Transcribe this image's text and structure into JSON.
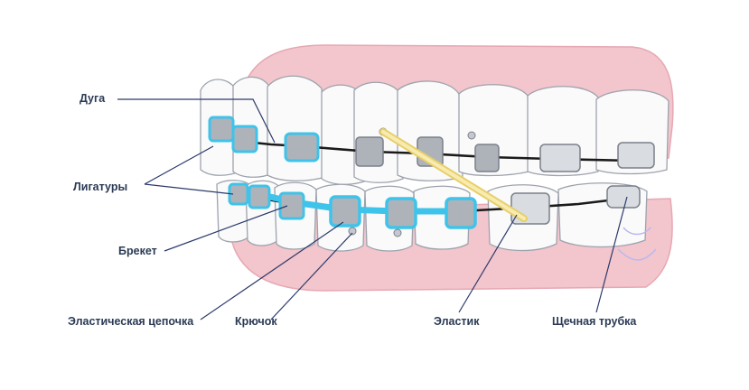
{
  "labels": {
    "arch": "Дуга",
    "ligatures": "Лигатуры",
    "bracket": "Брекет",
    "elastic_chain": "Эластическая цепочка",
    "hook": "Крючок",
    "elastic": "Эластик",
    "buccal_tube": "Щечная трубка"
  },
  "colors": {
    "gum": "#f3c5cc",
    "tooth": "#fafafa",
    "tooth_outline": "#9da3ad",
    "bracket": "#aeb3ba",
    "chain": "#3ec3ea",
    "wire": "#1a1a1a",
    "elastic": "#f3e08a",
    "leader": "#2b3a6b"
  }
}
